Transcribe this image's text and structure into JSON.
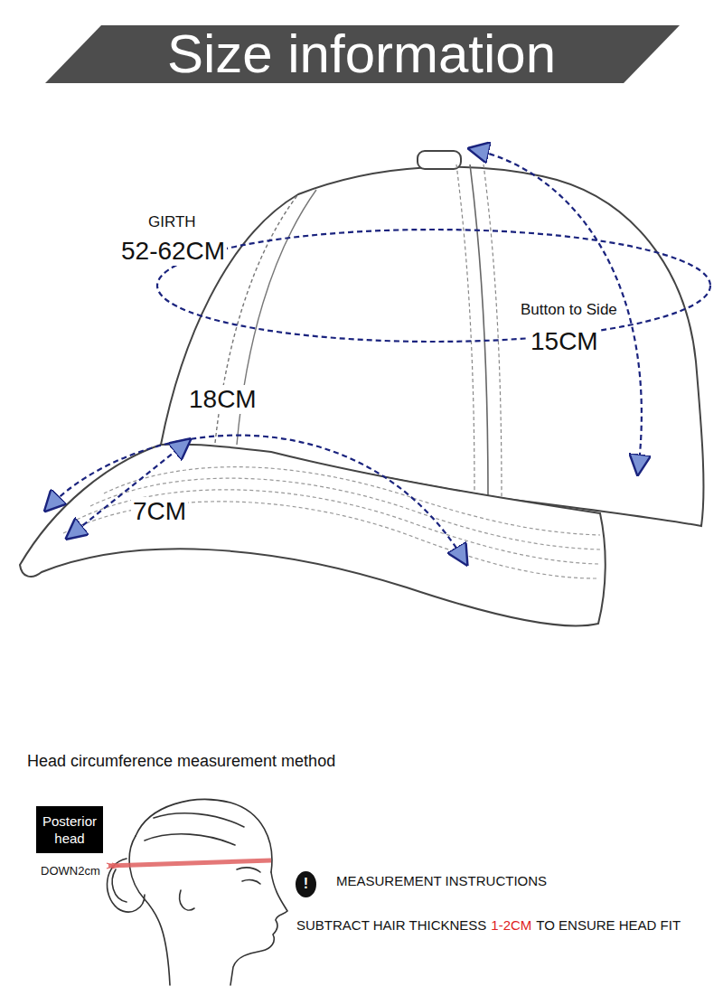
{
  "diagram": {
    "title": "Size information",
    "nodes": [
      {
        "text": [
          "Posterior head"
        ]
      },
      {
        "text": [
          "!"
        ]
      }
    ],
    "labels": [
      "GIRTH",
      "52-62CM",
      "Button to Side",
      "15CM",
      "18CM",
      "7CM",
      "Head circumference measurement method",
      "DOWN2cm",
      "MEASUREMENT INSTRUCTIONS",
      "SUBTRACT HAIR THICKNESS",
      "1-2CM",
      "TO ENSURE HEAD FIT"
    ]
  }
}
